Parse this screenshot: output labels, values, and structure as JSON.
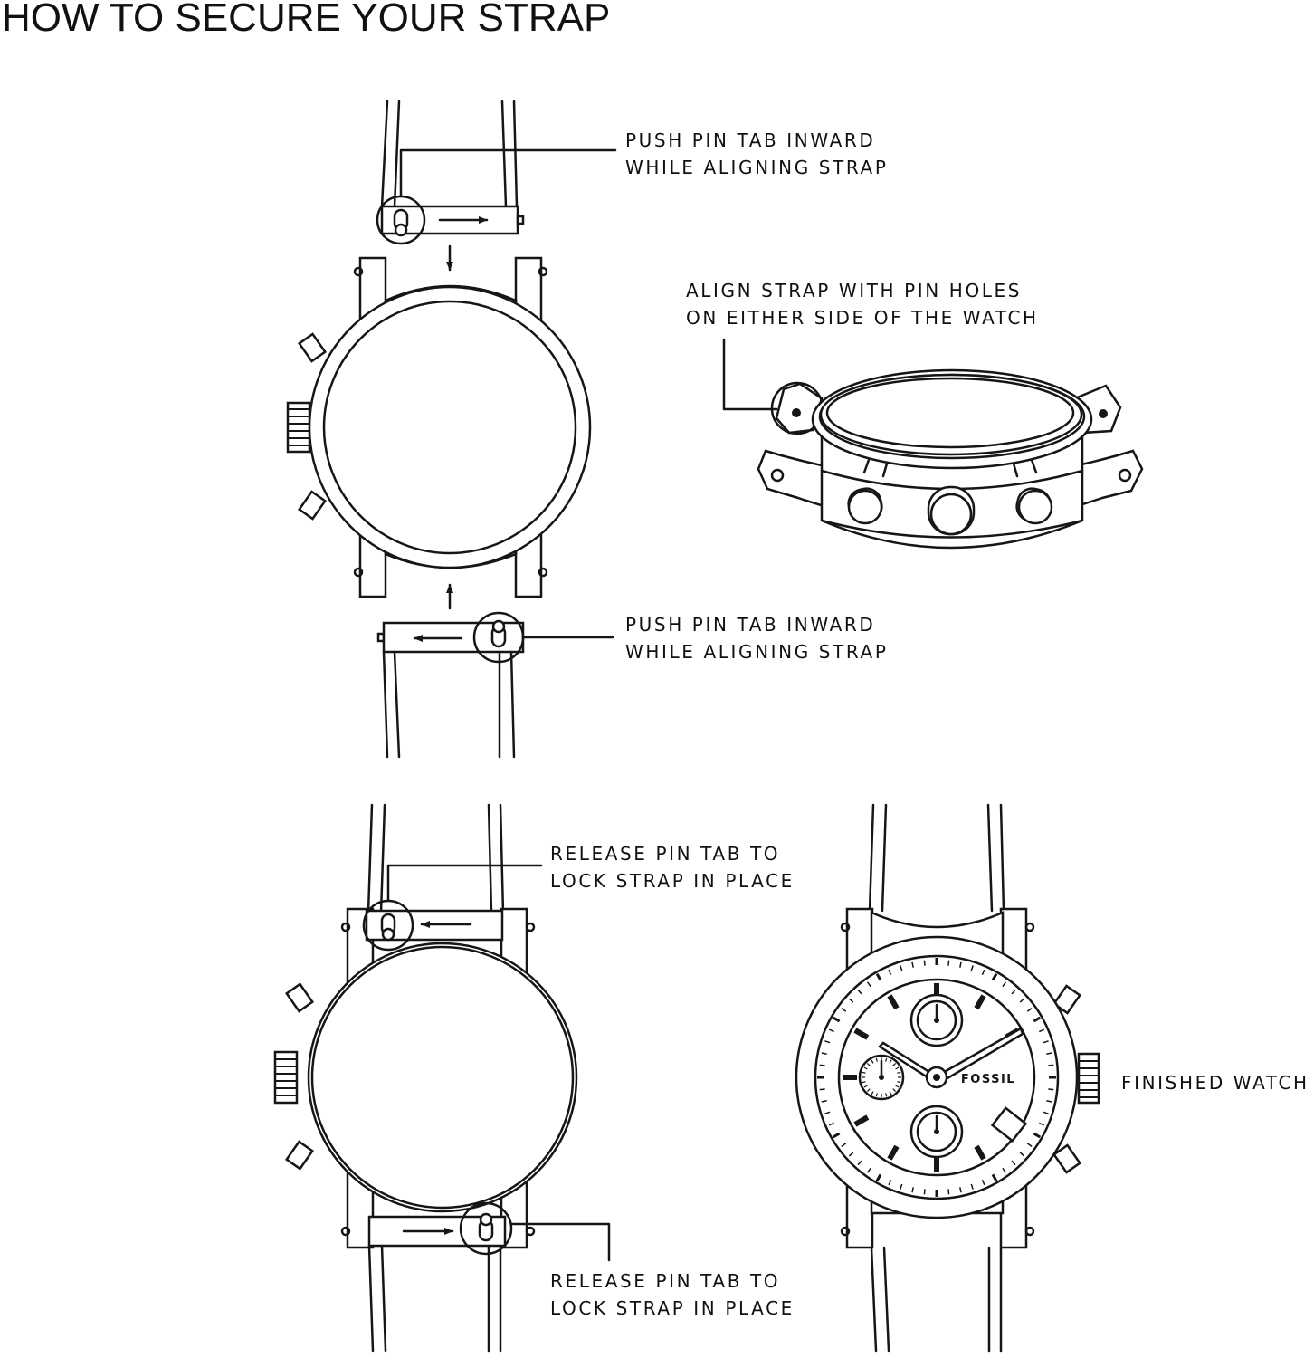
{
  "title": "HOW TO SECURE YOUR STRAP",
  "callouts": {
    "push_top": {
      "line1": "PUSH PIN TAB INWARD",
      "line2": "WHILE ALIGNING STRAP"
    },
    "align": {
      "line1": "ALIGN STRAP WITH PIN HOLES",
      "line2": "ON EITHER SIDE OF THE WATCH"
    },
    "push_bottom": {
      "line1": "PUSH PIN TAB INWARD",
      "line2": "WHILE ALIGNING STRAP"
    },
    "release_top": {
      "line1": "RELEASE PIN TAB TO",
      "line2": "LOCK STRAP IN PLACE"
    },
    "release_bottom": {
      "line1": "RELEASE PIN TAB TO",
      "line2": "LOCK STRAP IN PLACE"
    },
    "finished": {
      "line1": "FINISHED WATCH"
    }
  },
  "dial_brand": "FOSSIL",
  "colors": {
    "ink": "#161616",
    "background": "#ffffff"
  }
}
